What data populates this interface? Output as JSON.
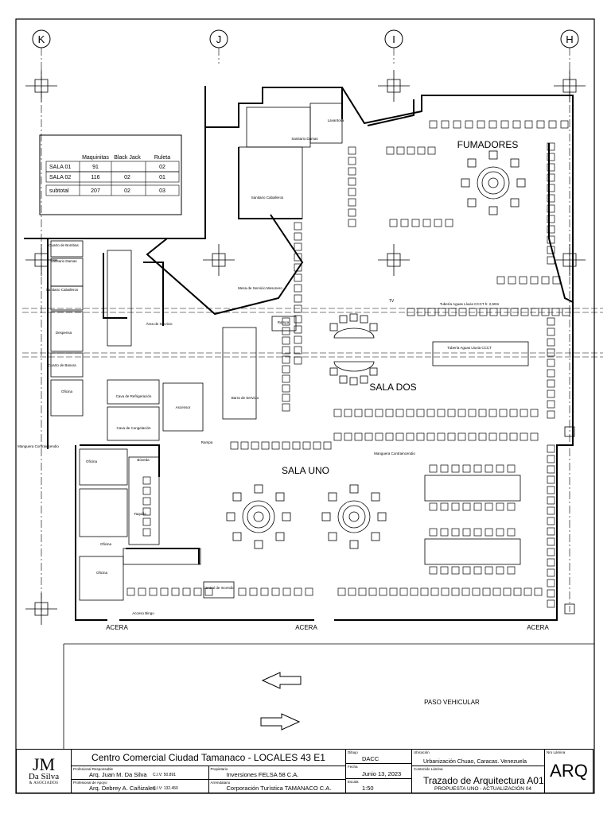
{
  "grid_axes": [
    "K",
    "J",
    "I",
    "H"
  ],
  "rooms": {
    "fumadores": "FUMADORES",
    "sala_dos": "SALA DOS",
    "sala_uno": "SALA UNO",
    "cuarto_bombas": "Cuarto de Bombas",
    "sanitario_damas_left": "Sanitario Damas",
    "sanitario_caballeros_left": "Sanitario Caballeros",
    "despensa": "Despensa",
    "cuarto_basura": "Cuarto de Basura",
    "oficina_1": "Oficina",
    "oficina_2": "Oficina",
    "oficina_3": "Oficina",
    "oficina_4": "Oficina",
    "area_servicio": "Área de Servicio",
    "cava_refrigeracion": "Cava de Refrigeración",
    "cava_congelacion": "Cava de Congelación",
    "ascensor": "Ascensor",
    "barra_servicio": "Barra de Servicio",
    "rampa_1": "Rampa",
    "rampa_2": "Rampa",
    "mesa_servicio": "Mesa de Servicio Mesonero",
    "sanitario_damas": "Sanitario Damas",
    "sanitario_caballeros": "Sanitario Caballeros",
    "lavantosa": "Lavantosa",
    "boveda": "Bóveda",
    "taquilla": "Taquilla",
    "central_incendio": "Central de Incendio",
    "acceso_bingo": "Acceso Bingo",
    "manguera_1": "Manguera Contraincendio",
    "manguera_2": "Manguera Contraincendio",
    "tv": "TV",
    "tuberia": "Tubería Aguas Lluvia CCCT h: 2,50m",
    "tuberia_2": "Tubería Aguas Lluvia CCCT",
    "acera_1": "ACERA",
    "acera_2": "ACERA",
    "acera_3": "ACERA",
    "paso_vehicular": "PASO VEHICULAR"
  },
  "summary_table": {
    "headers": [
      "",
      "Maquinitas",
      "Black Jack",
      "Ruleta"
    ],
    "rows": [
      [
        "SALA 01",
        "91",
        "",
        "02"
      ],
      [
        "SALA 02",
        "116",
        "02",
        "01"
      ],
      [
        "subtotal",
        "207",
        "02",
        "03"
      ]
    ]
  },
  "title_block": {
    "logo_mark": "JM",
    "logo_name": "Da Silva",
    "logo_sub": "& ASOCIADOS",
    "project": "Centro Comercial Ciudad Tamanaco - LOCALES 43 E1",
    "resp_label": "Profesional Responsable",
    "resp_value": "Arq. Juan M. Da Silva",
    "resp_civ": "C.I.V: 50.891",
    "apoyo_label": "Profesional de Apoyo",
    "apoyo_value": "Arq. Debrey A. Cañizales",
    "apoyo_civ": "C.I.V: 132.450",
    "prop_label": "Propietario",
    "prop_value": "Inversiones FELSA  58 C.A.",
    "arr_label": "Arrendatario",
    "arr_value": "Corporación Turística TAMANACO C.A.",
    "dibujo_label": "Dibujo",
    "dibujo_value": "DACC",
    "fecha_label": "Fecha",
    "fecha_value": "Junio 13, 2023",
    "escala_label": "Escala",
    "escala_value": "1:50",
    "ubic_label": "Ubicación",
    "ubic_value": "Urbanización Chuao, Caracas. Venezuela",
    "cont_label": "Contenido Lámina",
    "cont_title": "Trazado de Arquitectura A01",
    "cont_sub": "PROPUESTA UNO - ACTUALIZACIÓN 04",
    "lamina_label": "Nro Lámina",
    "lamina_value": "ARQ"
  }
}
